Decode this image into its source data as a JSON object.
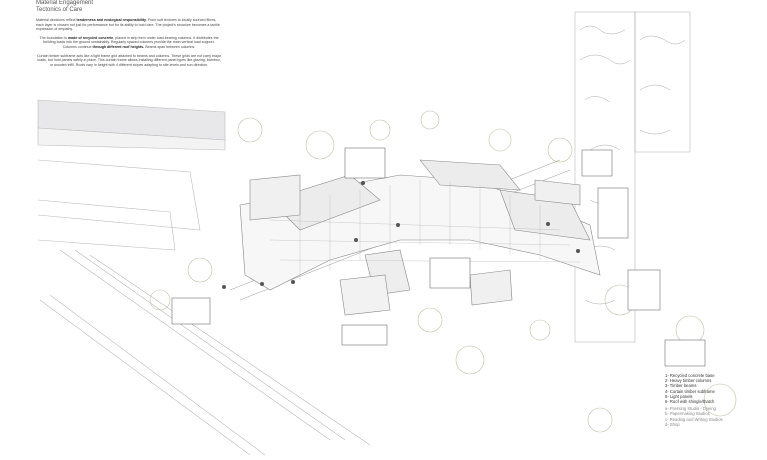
{
  "header": {
    "title": "Material Engagement",
    "subtitle": "Tectonics of Care"
  },
  "intro": {
    "p1_a": "Material decisions reflect ",
    "p1_b": "tenderness and ecological responsibility.",
    "p1_c": " From soft textures to locally sourced fibres, each layer is chosen not just for performance but for its ability to hold care. The project's structure becomes a tactile expression of empathy.",
    "p2_a": "The foundation is ",
    "p2_b": "made of recycled concrete",
    "p2_c": ", placed in strip form under load-bearing columns. It distributes the building loads into the ground sustainably. Regularly spaced columns provide the main vertical load support. Columns continue ",
    "p2_d": "through different roof heights.",
    "p2_e": " Beams span between columns.",
    "p3": "Curtain timber subframe acts like a light frame grid attached to beams and columns. These grids are not carry major loads, but hold panels safely in place. This curtain frame allows installing different panel types like glazing, bamboo, or wooden infill. Roofs vary in height with 4 different slopes adapting to site levels and sun direction."
  },
  "legend": {
    "components": [
      "1- Recycled concrete base",
      "2- Heavy timber columns",
      "3- Timber beams",
      "4- Curtain timber subframe",
      "5- Light panels",
      "6- Roof with shingle/thatch"
    ],
    "spaces": [
      "a- Pressing Studio - Dyeing",
      "b- Papermaking Studios",
      "c- Reading and Writing Studios",
      "d- Shop"
    ]
  },
  "colors": {
    "line": "#9a9a9a",
    "mass": "#e6e6e8",
    "vegetation": "#b9c4a8"
  }
}
